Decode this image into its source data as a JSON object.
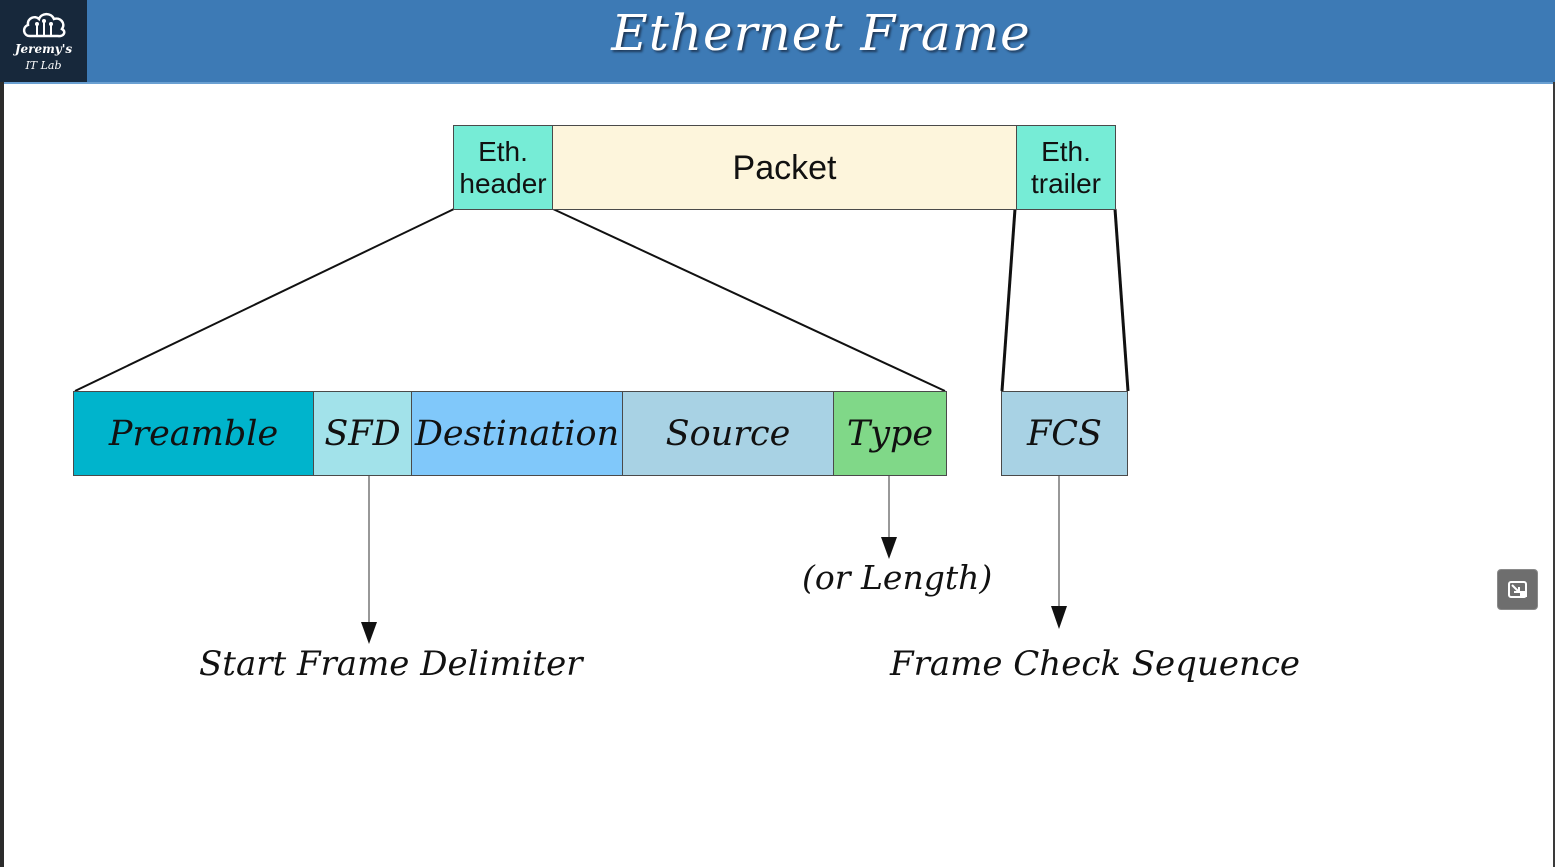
{
  "header": {
    "title": "Ethernet Frame",
    "logo_line1": "Jeremy's",
    "logo_line2": "IT Lab",
    "logo_icon": "cloud-circuit-icon",
    "background_color": "#3d7ab5"
  },
  "frame": {
    "eth_header": "Eth. header",
    "packet": "Packet",
    "eth_trailer": "Eth. trailer"
  },
  "header_fields": {
    "preamble": "Preamble",
    "sfd": "SFD",
    "destination": "Destination",
    "source": "Source",
    "type": "Type"
  },
  "trailer_fields": {
    "fcs": "FCS"
  },
  "annotations": {
    "sfd_meaning": "Start Frame Delimiter",
    "type_alt": "(or Length)",
    "fcs_meaning": "Frame Check Sequence"
  },
  "colors": {
    "eth_header": "#76ecd6",
    "packet": "#fdf5dc",
    "eth_trailer": "#76ecd6",
    "preamble": "#00b4cc",
    "sfd": "#a2e2ea",
    "destination": "#80c8fa",
    "source": "#a8d2e4",
    "type": "#80d888",
    "fcs": "#a8d2e4"
  },
  "controls": {
    "expand_icon": "exit-fullscreen-icon"
  }
}
